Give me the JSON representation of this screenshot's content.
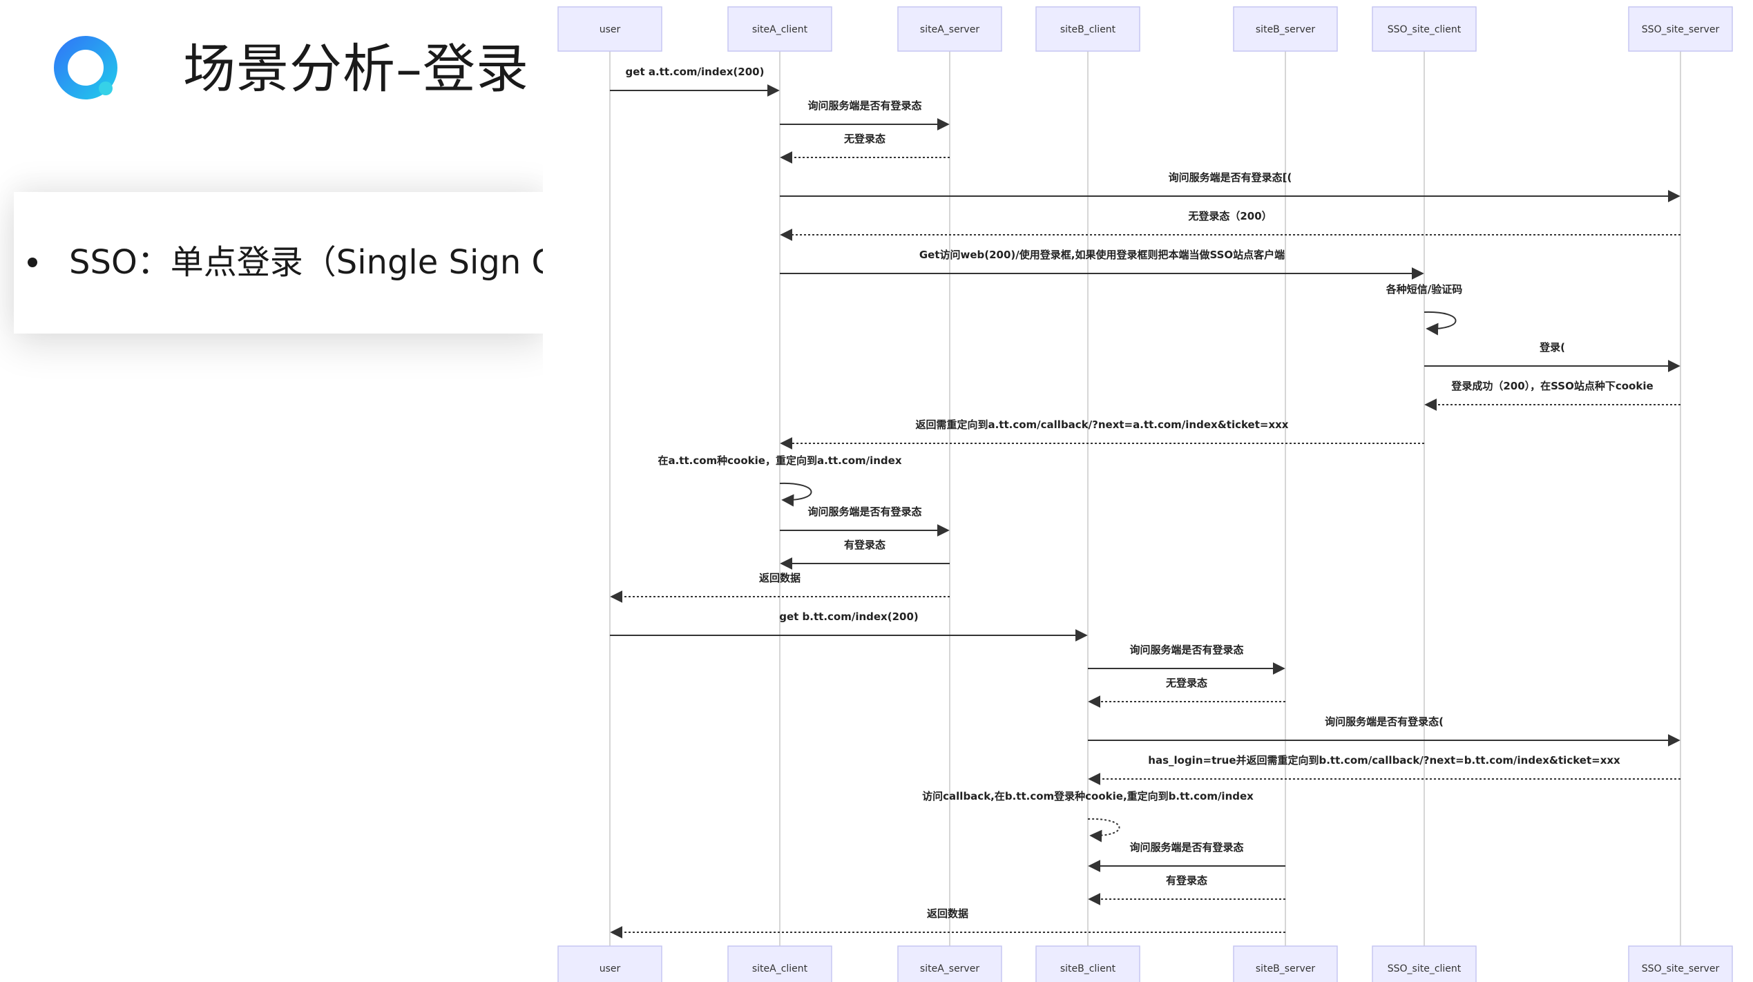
{
  "slide": {
    "title": "场景分析–登录",
    "bullet": "SSO：单点登录（Single Sign On"
  },
  "diagram": {
    "participants": [
      {
        "id": "user",
        "label": "user"
      },
      {
        "id": "siteA_client",
        "label": "siteA_client"
      },
      {
        "id": "siteA_server",
        "label": "siteA_server"
      },
      {
        "id": "siteB_client",
        "label": "siteB_client"
      },
      {
        "id": "siteB_server",
        "label": "siteB_server"
      },
      {
        "id": "SSO_site_client",
        "label": "SSO_site_client"
      },
      {
        "id": "SSO_site_server",
        "label": "SSO_site_server"
      }
    ],
    "messages": [
      {
        "from": "user",
        "to": "siteA_client",
        "label": "get a.tt.com/index(200)",
        "style": "solid"
      },
      {
        "from": "siteA_client",
        "to": "siteA_server",
        "label": "询问服务端是否有登录态",
        "style": "solid"
      },
      {
        "from": "siteA_server",
        "to": "siteA_client",
        "label": "无登录态",
        "style": "dashed"
      },
      {
        "from": "siteA_client",
        "to": "SSO_site_server",
        "label": "询问服务端是否有登录态[(",
        "style": "solid"
      },
      {
        "from": "SSO_site_server",
        "to": "siteA_client",
        "label": "无登录态（200）",
        "style": "dashed"
      },
      {
        "from": "siteA_client",
        "to": "SSO_site_client",
        "label": "Get访问web(200)/使用登录框,如果使用登录框则把本端当做SSO站点客户端",
        "style": "solid"
      },
      {
        "from": "SSO_site_client",
        "to": "SSO_site_client",
        "label": "各种短信/验证码",
        "style": "solid"
      },
      {
        "from": "SSO_site_client",
        "to": "SSO_site_server",
        "label": "登录(",
        "style": "solid"
      },
      {
        "from": "SSO_site_server",
        "to": "SSO_site_client",
        "label": "登录成功（200），在SSO站点种下cookie",
        "style": "dashed"
      },
      {
        "from": "SSO_site_client",
        "to": "siteA_client",
        "label": "返回需重定向到a.tt.com/callback/?next=a.tt.com/index&ticket=xxx",
        "style": "dashed"
      },
      {
        "from": "siteA_client",
        "to": "siteA_client",
        "label": "在a.tt.com种cookie，重定向到a.tt.com/index",
        "style": "solid"
      },
      {
        "from": "siteA_client",
        "to": "siteA_server",
        "label": "询问服务端是否有登录态",
        "style": "solid"
      },
      {
        "from": "siteA_server",
        "to": "siteA_client",
        "label": "有登录态",
        "style": "solid"
      },
      {
        "from": "siteA_server",
        "to": "user",
        "label": "返回数据",
        "style": "dashed"
      },
      {
        "from": "user",
        "to": "siteB_client",
        "label": "get b.tt.com/index(200)",
        "style": "solid"
      },
      {
        "from": "siteB_client",
        "to": "siteB_server",
        "label": "询问服务端是否有登录态",
        "style": "solid"
      },
      {
        "from": "siteB_server",
        "to": "siteB_client",
        "label": "无登录态",
        "style": "dashed"
      },
      {
        "from": "siteB_client",
        "to": "SSO_site_server",
        "label": "询问服务端是否有登录态(",
        "style": "solid"
      },
      {
        "from": "SSO_site_server",
        "to": "siteB_client",
        "label": "has_login=true并返回需重定向到b.tt.com/callback/?next=b.tt.com/index&ticket=xxx",
        "style": "dashed"
      },
      {
        "from": "siteB_client",
        "to": "siteB_client",
        "label": "访问callback,在b.tt.com登录种cookie,重定向到b.tt.com/index",
        "style": "dashed"
      },
      {
        "from": "siteB_server",
        "to": "siteB_client",
        "label": "询问服务端是否有登录态",
        "style": "solid"
      },
      {
        "from": "siteB_server",
        "to": "siteB_client",
        "label": "有登录态",
        "style": "dashed"
      },
      {
        "from": "siteB_server",
        "to": "user",
        "label": "返回数据",
        "style": "dashed"
      }
    ]
  }
}
